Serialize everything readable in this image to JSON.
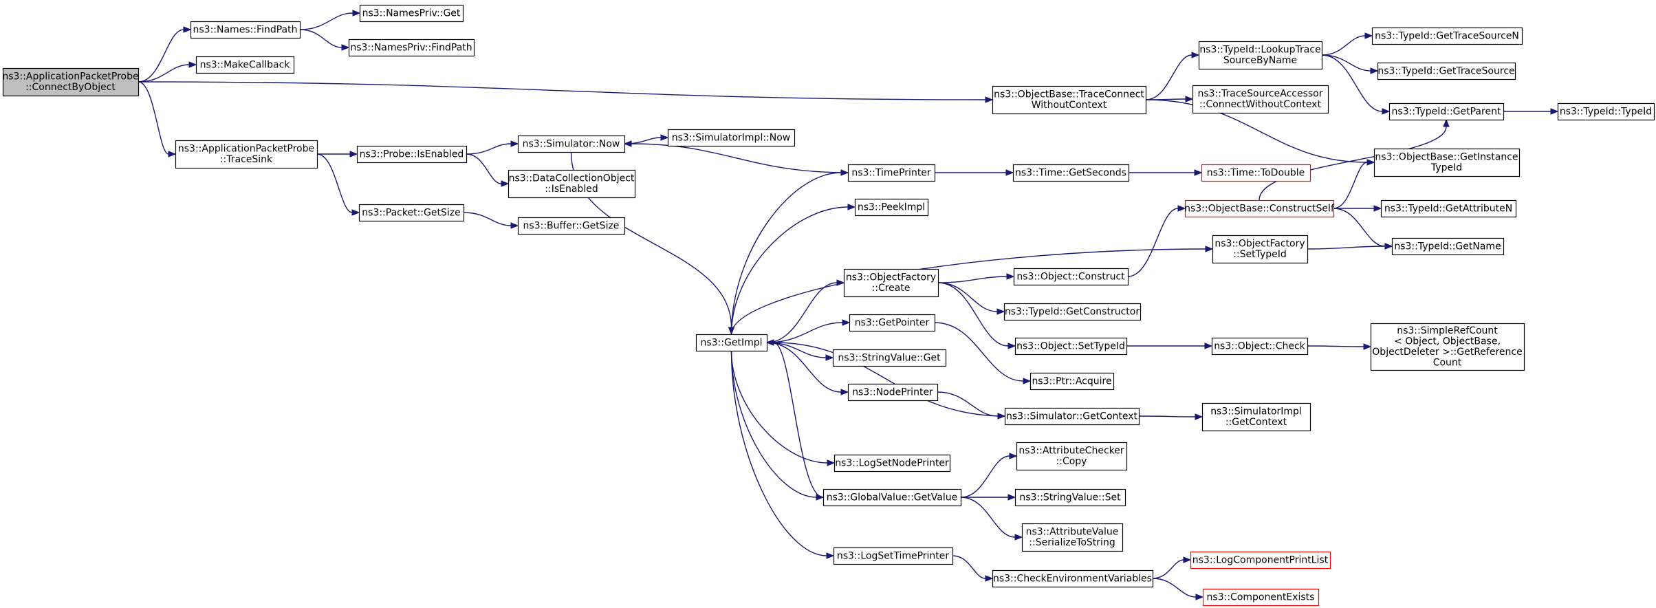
{
  "graph": {
    "root": "ConnectByObject",
    "colors": {
      "edge": "#191970",
      "node_border": "#000000",
      "root_fill": "#bfbfbf",
      "truncated_border": "#ff0000",
      "node_fill": "#ffffff"
    },
    "nodes": [
      {
        "id": "ConnectByObject",
        "lines": [
          "ns3::ApplicationPacketProbe",
          "::ConnectByObject"
        ],
        "style": "root"
      },
      {
        "id": "NamesFindPath",
        "lines": [
          "ns3::Names::FindPath"
        ]
      },
      {
        "id": "NamesPrivGet",
        "lines": [
          "ns3::NamesPriv::Get"
        ]
      },
      {
        "id": "NamesPrivFindPath",
        "lines": [
          "ns3::NamesPriv::FindPath"
        ]
      },
      {
        "id": "MakeCallback",
        "lines": [
          "ns3::MakeCallback"
        ]
      },
      {
        "id": "TraceConnectWithoutContext",
        "lines": [
          "ns3::ObjectBase::TraceConnect",
          "WithoutContext"
        ]
      },
      {
        "id": "LookupTraceSourceByName",
        "lines": [
          "ns3::TypeId::LookupTrace",
          "SourceByName"
        ]
      },
      {
        "id": "GetTraceSourceN",
        "lines": [
          "ns3::TypeId::GetTraceSourceN"
        ]
      },
      {
        "id": "GetTraceSource",
        "lines": [
          "ns3::TypeId::GetTraceSource"
        ]
      },
      {
        "id": "TraceSourceAccessorConnect",
        "lines": [
          "ns3::TraceSourceAccessor",
          "::ConnectWithoutContext"
        ]
      },
      {
        "id": "GetParent",
        "lines": [
          "ns3::TypeId::GetParent"
        ]
      },
      {
        "id": "TypeIdTypeId",
        "lines": [
          "ns3::TypeId::TypeId"
        ]
      },
      {
        "id": "GetInstanceTypeId",
        "lines": [
          "ns3::ObjectBase::GetInstance",
          "TypeId"
        ]
      },
      {
        "id": "TraceSink",
        "lines": [
          "ns3::ApplicationPacketProbe",
          "::TraceSink"
        ]
      },
      {
        "id": "ProbeIsEnabled",
        "lines": [
          "ns3::Probe::IsEnabled"
        ]
      },
      {
        "id": "SimulatorNow",
        "lines": [
          "ns3::Simulator::Now"
        ]
      },
      {
        "id": "SimulatorImplNow",
        "lines": [
          "ns3::SimulatorImpl::Now"
        ]
      },
      {
        "id": "DataCollectionIsEnabled",
        "lines": [
          "ns3::DataCollectionObject",
          "::IsEnabled"
        ]
      },
      {
        "id": "PacketGetSize",
        "lines": [
          "ns3::Packet::GetSize"
        ]
      },
      {
        "id": "BufferGetSize",
        "lines": [
          "ns3::Buffer::GetSize"
        ]
      },
      {
        "id": "TimePrinter",
        "lines": [
          "ns3::TimePrinter"
        ]
      },
      {
        "id": "TimeGetSeconds",
        "lines": [
          "ns3::Time::GetSeconds"
        ]
      },
      {
        "id": "TimeToDouble",
        "lines": [
          "ns3::Time::ToDouble"
        ],
        "style": "truncated"
      },
      {
        "id": "PeekImpl",
        "lines": [
          "ns3::PeekImpl"
        ]
      },
      {
        "id": "ConstructSelf",
        "lines": [
          "ns3::ObjectBase::ConstructSelf"
        ],
        "style": "truncated"
      },
      {
        "id": "GetAttributeN",
        "lines": [
          "ns3::TypeId::GetAttributeN"
        ]
      },
      {
        "id": "ObjectFactorySetTypeId",
        "lines": [
          "ns3::ObjectFactory",
          "::SetTypeId"
        ]
      },
      {
        "id": "TypeIdGetName",
        "lines": [
          "ns3::TypeId::GetName"
        ]
      },
      {
        "id": "ObjectFactoryCreate",
        "lines": [
          "ns3::ObjectFactory",
          "::Create"
        ]
      },
      {
        "id": "ObjectConstruct",
        "lines": [
          "ns3::Object::Construct"
        ]
      },
      {
        "id": "GetConstructor",
        "lines": [
          "ns3::TypeId::GetConstructor"
        ]
      },
      {
        "id": "GetPointer",
        "lines": [
          "ns3::GetPointer"
        ]
      },
      {
        "id": "GetImpl",
        "lines": [
          "ns3::GetImpl"
        ]
      },
      {
        "id": "ObjectSetTypeId",
        "lines": [
          "ns3::Object::SetTypeId"
        ]
      },
      {
        "id": "ObjectCheck",
        "lines": [
          "ns3::Object::Check"
        ]
      },
      {
        "id": "SimpleRefCountGetReferenceCount",
        "lines": [
          "ns3::SimpleRefCount",
          "< Object, ObjectBase,",
          "ObjectDeleter >::GetReference",
          "Count"
        ]
      },
      {
        "id": "StringValueGet",
        "lines": [
          "ns3::StringValue::Get"
        ]
      },
      {
        "id": "PtrAcquire",
        "lines": [
          "ns3::Ptr::Acquire"
        ]
      },
      {
        "id": "NodePrinter",
        "lines": [
          "ns3::NodePrinter"
        ]
      },
      {
        "id": "SimulatorGetContext",
        "lines": [
          "ns3::Simulator::GetContext"
        ]
      },
      {
        "id": "SimulatorImplGetContext",
        "lines": [
          "ns3::SimulatorImpl",
          "::GetContext"
        ]
      },
      {
        "id": "LogSetNodePrinter",
        "lines": [
          "ns3::LogSetNodePrinter"
        ]
      },
      {
        "id": "AttributeCheckerCopy",
        "lines": [
          "ns3::AttributeChecker",
          "::Copy"
        ]
      },
      {
        "id": "GlobalValueGetValue",
        "lines": [
          "ns3::GlobalValue::GetValue"
        ]
      },
      {
        "id": "StringValueSet",
        "lines": [
          "ns3::StringValue::Set"
        ]
      },
      {
        "id": "AttributeValueSerialize",
        "lines": [
          "ns3::AttributeValue",
          "::SerializeToString"
        ]
      },
      {
        "id": "LogSetTimePrinter",
        "lines": [
          "ns3::LogSetTimePrinter"
        ]
      },
      {
        "id": "CheckEnvironmentVariables",
        "lines": [
          "ns3::CheckEnvironmentVariables"
        ]
      },
      {
        "id": "LogComponentPrintList",
        "lines": [
          "ns3::LogComponentPrintList"
        ],
        "style": "truncated"
      },
      {
        "id": "ComponentExists",
        "lines": [
          "ns3::ComponentExists"
        ],
        "style": "truncated"
      }
    ],
    "edges": [
      [
        "ConnectByObject",
        "NamesFindPath"
      ],
      [
        "NamesFindPath",
        "NamesPrivGet"
      ],
      [
        "NamesFindPath",
        "NamesPrivFindPath"
      ],
      [
        "ConnectByObject",
        "MakeCallback"
      ],
      [
        "ConnectByObject",
        "TraceConnectWithoutContext"
      ],
      [
        "TraceConnectWithoutContext",
        "LookupTraceSourceByName"
      ],
      [
        "LookupTraceSourceByName",
        "GetTraceSourceN"
      ],
      [
        "LookupTraceSourceByName",
        "GetTraceSource"
      ],
      [
        "LookupTraceSourceByName",
        "GetParent"
      ],
      [
        "TraceConnectWithoutContext",
        "TraceSourceAccessorConnect"
      ],
      [
        "TraceConnectWithoutContext",
        "GetInstanceTypeId"
      ],
      [
        "GetParent",
        "TypeIdTypeId"
      ],
      [
        "ConnectByObject",
        "TraceSink"
      ],
      [
        "TraceSink",
        "ProbeIsEnabled"
      ],
      [
        "ProbeIsEnabled",
        "SimulatorNow"
      ],
      [
        "ProbeIsEnabled",
        "DataCollectionIsEnabled"
      ],
      [
        "SimulatorNow",
        "SimulatorImplNow"
      ],
      [
        "SimulatorNow",
        "GetImpl"
      ],
      [
        "TraceSink",
        "PacketGetSize"
      ],
      [
        "PacketGetSize",
        "BufferGetSize"
      ],
      [
        "TimePrinter",
        "SimulatorNow"
      ],
      [
        "TimePrinter",
        "TimeGetSeconds"
      ],
      [
        "TimeGetSeconds",
        "TimeToDouble"
      ],
      [
        "GetImpl",
        "TimePrinter"
      ],
      [
        "GetImpl",
        "PeekImpl"
      ],
      [
        "GetImpl",
        "ObjectFactorySetTypeId"
      ],
      [
        "GetImpl",
        "ObjectFactoryCreate"
      ],
      [
        "GetImpl",
        "GetPointer"
      ],
      [
        "GetImpl",
        "StringValueGet"
      ],
      [
        "GetImpl",
        "NodePrinter"
      ],
      [
        "GetImpl",
        "LogSetNodePrinter"
      ],
      [
        "GetImpl",
        "GlobalValueGetValue"
      ],
      [
        "GetImpl",
        "LogSetTimePrinter"
      ],
      [
        "SimulatorGetContext",
        "GetImpl"
      ],
      [
        "GlobalValueGetValue",
        "GetImpl"
      ],
      [
        "ObjectFactorySetTypeId",
        "TypeIdGetName"
      ],
      [
        "ObjectFactoryCreate",
        "ObjectConstruct"
      ],
      [
        "ObjectFactoryCreate",
        "GetConstructor"
      ],
      [
        "ObjectFactoryCreate",
        "ObjectSetTypeId"
      ],
      [
        "ObjectConstruct",
        "ConstructSelf"
      ],
      [
        "ConstructSelf",
        "GetParent"
      ],
      [
        "ConstructSelf",
        "GetInstanceTypeId"
      ],
      [
        "ConstructSelf",
        "GetAttributeN"
      ],
      [
        "ConstructSelf",
        "TypeIdGetName"
      ],
      [
        "ObjectSetTypeId",
        "ObjectCheck"
      ],
      [
        "ObjectCheck",
        "SimpleRefCountGetReferenceCount"
      ],
      [
        "GetPointer",
        "PtrAcquire"
      ],
      [
        "NodePrinter",
        "SimulatorGetContext"
      ],
      [
        "SimulatorGetContext",
        "SimulatorImplGetContext"
      ],
      [
        "GlobalValueGetValue",
        "AttributeCheckerCopy"
      ],
      [
        "GlobalValueGetValue",
        "StringValueSet"
      ],
      [
        "GlobalValueGetValue",
        "AttributeValueSerialize"
      ],
      [
        "LogSetTimePrinter",
        "CheckEnvironmentVariables"
      ],
      [
        "CheckEnvironmentVariables",
        "LogComponentPrintList"
      ],
      [
        "CheckEnvironmentVariables",
        "ComponentExists"
      ]
    ]
  }
}
